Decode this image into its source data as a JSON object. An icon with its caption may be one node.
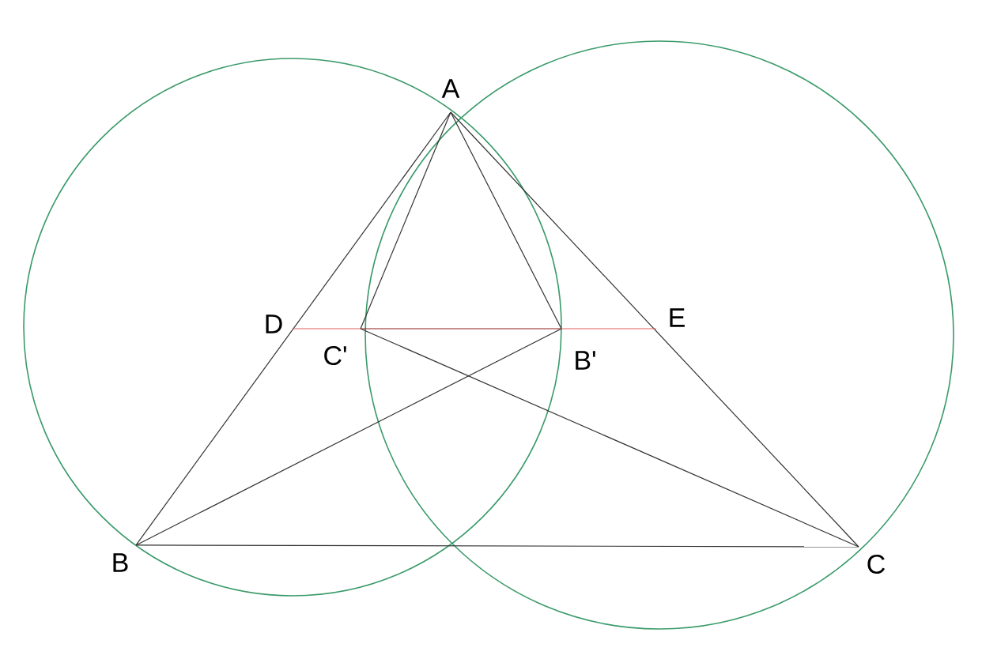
{
  "diagram": {
    "nodes": [
      {
        "text": [
          "A"
        ]
      },
      {
        "text": [
          "B"
        ]
      },
      {
        "text": [
          "C"
        ]
      },
      {
        "text": [
          "D"
        ]
      },
      {
        "text": [
          "E"
        ]
      },
      {
        "text": [
          "C'"
        ]
      },
      {
        "text": [
          "B'"
        ]
      }
    ],
    "edges": [
      {
        "from": 0,
        "to": 1,
        "arrow": "none"
      },
      {
        "from": 0,
        "to": 2,
        "arrow": "none"
      },
      {
        "from": 1,
        "to": 2,
        "arrow": "none"
      },
      {
        "from": 0,
        "to": 5,
        "arrow": "none"
      },
      {
        "from": 0,
        "to": 6,
        "arrow": "none"
      },
      {
        "from": 3,
        "to": 5,
        "arrow": "none",
        "color": "#e06060"
      },
      {
        "from": 5,
        "to": 6,
        "arrow": "none",
        "color": "#8b2020"
      },
      {
        "from": 6,
        "to": 4,
        "arrow": "none",
        "color": "#e06060"
      },
      {
        "from": 1,
        "to": 6,
        "arrow": "none"
      },
      {
        "from": 5,
        "to": 2,
        "arrow": "none"
      }
    ]
  }
}
